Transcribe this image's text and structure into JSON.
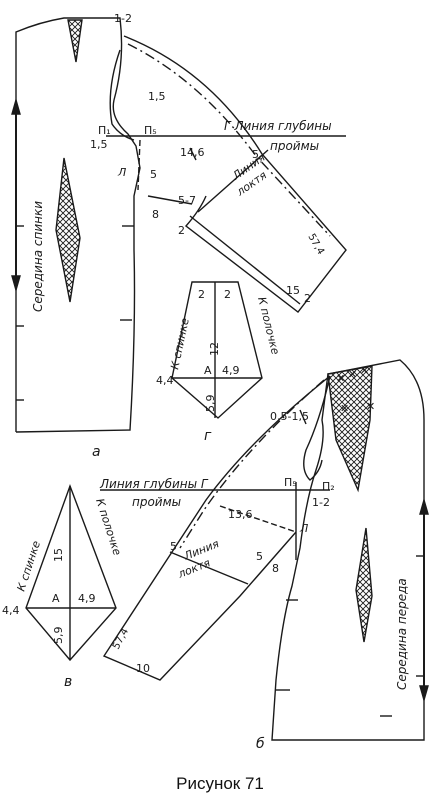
{
  "caption": "Рисунок 71",
  "colors": {
    "ink": "#1a1a1a",
    "paper": "#ffffff"
  },
  "top": {
    "back_center": "Середина спинки",
    "armhole_line_1": "Г Линия глубины",
    "armhole_line_2": "проймы",
    "elbow_1": "Линия",
    "elbow_2": "локтя",
    "pt_12": "1-2",
    "pt_15a": "1,5",
    "pt_15b": "1,5",
    "pt_p1": "П₁",
    "pt_p5": "П₅",
    "pt_L": "Л",
    "pt_5a": "5",
    "pt_5b": "5",
    "pt_146": "14,6",
    "pt_8": "8",
    "pt_57": "5-7",
    "pt_2a": "2",
    "pt_2b": "2",
    "pt_574": "57,4",
    "pt_15c": "15",
    "sub_a": "а"
  },
  "bottom": {
    "front_center": "Середина переда",
    "armhole_line_1": "Линия глубины Г",
    "armhole_line_2": "проймы",
    "elbow_1": "Линия",
    "elbow_2": "локтя",
    "pt_0515": "0,5-1,5",
    "pt_p5": "П₅",
    "pt_p2": "П₂",
    "pt_12": "1-2",
    "pt_136": "13,6",
    "pt_L": "Л",
    "pt_5a": "5",
    "pt_5b": "5",
    "pt_8": "8",
    "pt_574": "57,4",
    "pt_10": "10",
    "sub_b": "б"
  },
  "gusset_g": {
    "to_back": "К спинке",
    "to_front": "К полочке",
    "top_left": "2",
    "top_right": "2",
    "height": "12",
    "A": "А",
    "left_w": "4,4",
    "right_w": "4,9",
    "bottom_h": "5,9",
    "sub": "г"
  },
  "gusset_v": {
    "to_back": "К спинке",
    "to_front": "К полочке",
    "height": "15",
    "A": "А",
    "left_w": "4,4",
    "right_w": "4,9",
    "bottom_h": "5,9",
    "sub": "в"
  }
}
